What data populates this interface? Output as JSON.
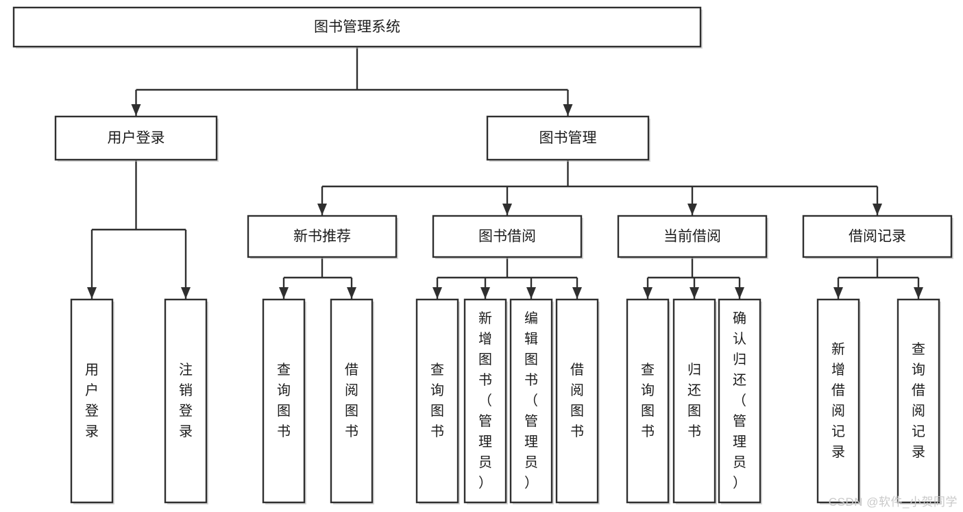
{
  "diagram": {
    "type": "tree",
    "title": "图书管理系统",
    "orientation": "top-down",
    "colors": {
      "stroke": "#2f2f2f",
      "fill": "#ffffff",
      "text": "#1c1c1c",
      "shadow": "#b8b8b8",
      "watermark": "#c9c9c9"
    },
    "nodes": {
      "root": {
        "label": "图书管理系统",
        "level": 1,
        "orientation": "horizontal"
      },
      "n_user_login": {
        "label": "用户登录",
        "level": 2,
        "orientation": "horizontal"
      },
      "n_book_mgmt": {
        "label": "图书管理",
        "level": 2,
        "orientation": "horizontal"
      },
      "n_new_book_rec": {
        "label": "新书推荐",
        "level": 3,
        "orientation": "horizontal"
      },
      "n_book_borrow": {
        "label": "图书借阅",
        "level": 3,
        "orientation": "horizontal"
      },
      "n_current_borrow": {
        "label": "当前借阅",
        "level": 3,
        "orientation": "horizontal"
      },
      "n_borrow_record": {
        "label": "借阅记录",
        "level": 3,
        "orientation": "horizontal"
      },
      "l_user_login": {
        "label": "用户登录",
        "level": 4,
        "orientation": "vertical"
      },
      "l_logout": {
        "label": "注销登录",
        "level": 4,
        "orientation": "vertical"
      },
      "l_query_book_1": {
        "label": "查询图书",
        "level": 4,
        "orientation": "vertical"
      },
      "l_borrow_book_1": {
        "label": "借阅图书",
        "level": 4,
        "orientation": "vertical"
      },
      "l_query_book_2": {
        "label": "查询图书",
        "level": 4,
        "orientation": "vertical"
      },
      "l_add_book": {
        "label": "新增图书（管理员）",
        "level": 4,
        "orientation": "vertical"
      },
      "l_edit_book": {
        "label": "编辑图书（管理员）",
        "level": 4,
        "orientation": "vertical"
      },
      "l_borrow_book_2": {
        "label": "借阅图书",
        "level": 4,
        "orientation": "vertical"
      },
      "l_query_book_3": {
        "label": "查询图书",
        "level": 4,
        "orientation": "vertical"
      },
      "l_return_book": {
        "label": "归还图书",
        "level": 4,
        "orientation": "vertical"
      },
      "l_confirm_return": {
        "label": "确认归还（管理员）",
        "level": 4,
        "orientation": "vertical"
      },
      "l_add_record": {
        "label": "新增借阅记录",
        "level": 4,
        "orientation": "vertical"
      },
      "l_query_record": {
        "label": "查询借阅记录",
        "level": 4,
        "orientation": "vertical"
      }
    },
    "edges": [
      {
        "from": "root",
        "to": "n_user_login"
      },
      {
        "from": "root",
        "to": "n_book_mgmt"
      },
      {
        "from": "n_book_mgmt",
        "to": "n_new_book_rec"
      },
      {
        "from": "n_book_mgmt",
        "to": "n_book_borrow"
      },
      {
        "from": "n_book_mgmt",
        "to": "n_current_borrow"
      },
      {
        "from": "n_book_mgmt",
        "to": "n_borrow_record"
      },
      {
        "from": "n_user_login",
        "to": "l_user_login"
      },
      {
        "from": "n_user_login",
        "to": "l_logout"
      },
      {
        "from": "n_new_book_rec",
        "to": "l_query_book_1"
      },
      {
        "from": "n_new_book_rec",
        "to": "l_borrow_book_1"
      },
      {
        "from": "n_book_borrow",
        "to": "l_query_book_2"
      },
      {
        "from": "n_book_borrow",
        "to": "l_add_book"
      },
      {
        "from": "n_book_borrow",
        "to": "l_edit_book"
      },
      {
        "from": "n_book_borrow",
        "to": "l_borrow_book_2"
      },
      {
        "from": "n_current_borrow",
        "to": "l_query_book_3"
      },
      {
        "from": "n_current_borrow",
        "to": "l_return_book"
      },
      {
        "from": "n_current_borrow",
        "to": "l_confirm_return"
      },
      {
        "from": "n_borrow_record",
        "to": "l_add_record"
      },
      {
        "from": "n_borrow_record",
        "to": "l_query_record"
      }
    ]
  },
  "watermark": {
    "text": "CSDN @软件_小贺同学"
  }
}
